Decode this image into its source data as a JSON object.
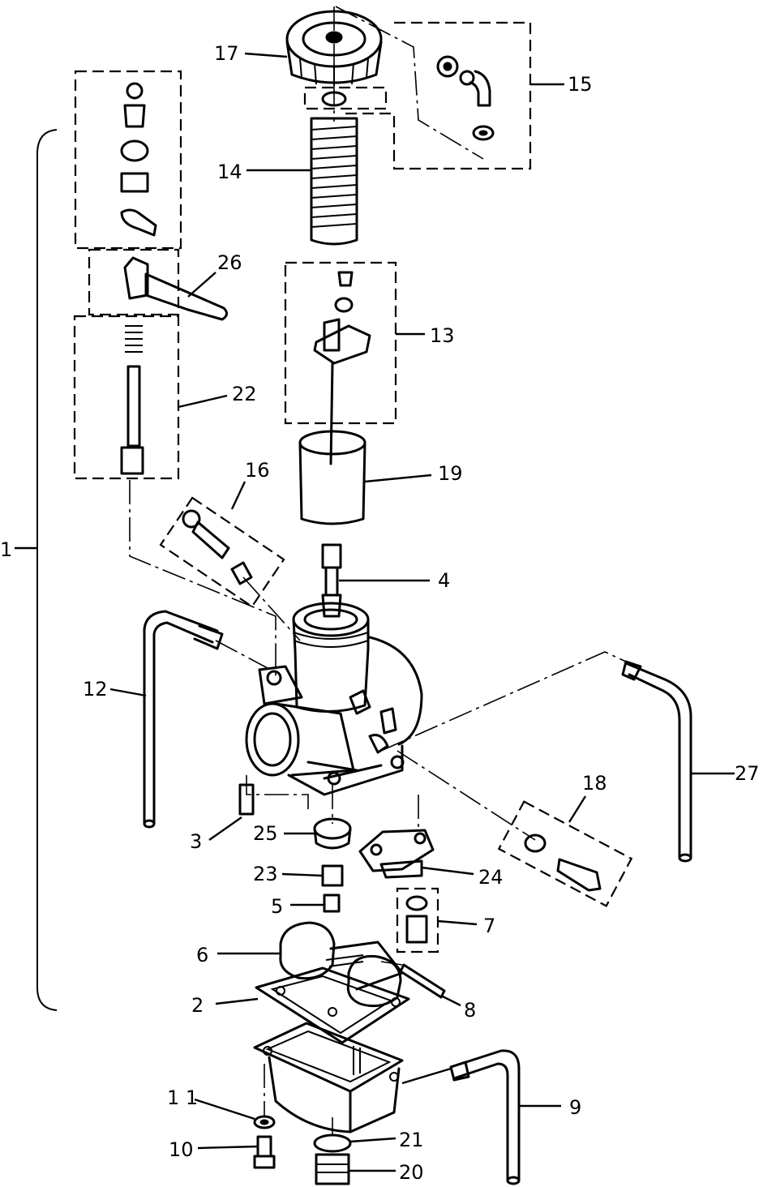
{
  "diagram": {
    "callouts": [
      {
        "id": "c1",
        "text": "1"
      },
      {
        "id": "c2",
        "text": "2"
      },
      {
        "id": "c3",
        "text": "3"
      },
      {
        "id": "c4",
        "text": "4"
      },
      {
        "id": "c5",
        "text": "5"
      },
      {
        "id": "c6",
        "text": "6"
      },
      {
        "id": "c7",
        "text": "7"
      },
      {
        "id": "c8",
        "text": "8"
      },
      {
        "id": "c9",
        "text": "9"
      },
      {
        "id": "c10",
        "text": "10"
      },
      {
        "id": "c11",
        "text": "1 1"
      },
      {
        "id": "c12",
        "text": "12"
      },
      {
        "id": "c13",
        "text": "13"
      },
      {
        "id": "c14",
        "text": "14"
      },
      {
        "id": "c15",
        "text": "15"
      },
      {
        "id": "c16",
        "text": "16"
      },
      {
        "id": "c17",
        "text": "17"
      },
      {
        "id": "c18",
        "text": "18"
      },
      {
        "id": "c19",
        "text": "19"
      },
      {
        "id": "c20",
        "text": "20"
      },
      {
        "id": "c21",
        "text": "21"
      },
      {
        "id": "c22",
        "text": "22"
      },
      {
        "id": "c23",
        "text": "23"
      },
      {
        "id": "c24",
        "text": "24"
      },
      {
        "id": "c25",
        "text": "25"
      },
      {
        "id": "c26",
        "text": "26"
      },
      {
        "id": "c27",
        "text": "27"
      }
    ]
  }
}
